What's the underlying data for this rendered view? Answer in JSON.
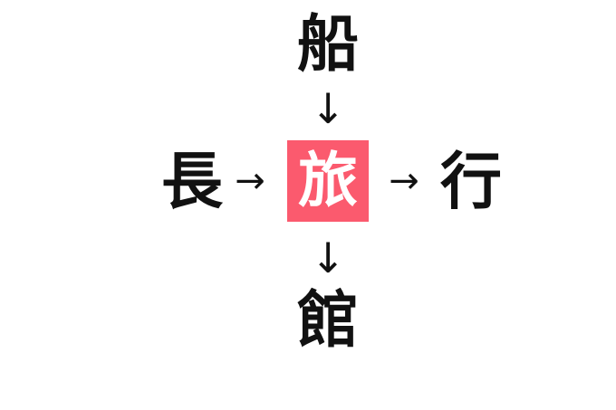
{
  "diagram": {
    "type": "kanji-compound-radial",
    "background_color": "#ffffff",
    "text_color": "#111111",
    "highlight_color": "#fb5a6e",
    "highlight_text_color": "#ffffff",
    "center": {
      "character": "旅",
      "highlighted": true
    },
    "top": {
      "character": "船"
    },
    "bottom": {
      "character": "館"
    },
    "left": {
      "character": "長"
    },
    "right": {
      "character": "行"
    },
    "arrows": {
      "top_to_center": "↓",
      "center_to_bottom": "↓",
      "left_to_center": "→",
      "center_to_right": "→"
    }
  }
}
